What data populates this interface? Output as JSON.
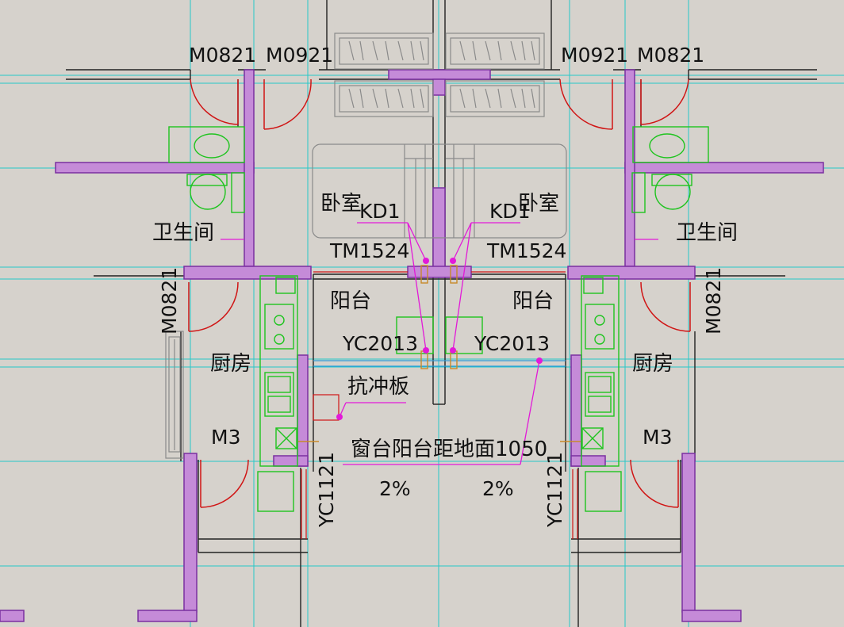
{
  "labels": {
    "door_m0821_left": "M0821",
    "door_m0921_left": "M0921",
    "door_m0921_right": "M0921",
    "door_m0821_right": "M0821",
    "bedroom_left": "卧室",
    "bedroom_right": "卧室",
    "kd1_left": "KD1",
    "kd1_right": "KD1",
    "bathroom_left": "卫生间",
    "bathroom_right": "卫生间",
    "tm1524_left": "TM1524",
    "tm1524_right": "TM1524",
    "balcony_left": "阳台",
    "balcony_right": "阳台",
    "kitchen_door_left": "M0821",
    "kitchen_door_right": "M0821",
    "kitchen_left": "厨房",
    "kitchen_right": "厨房",
    "yc2013_left": "YC2013",
    "yc2013_right": "YC2013",
    "impact_board": "抗冲板",
    "m3_left": "M3",
    "m3_right": "M3",
    "sill_note": "窗台阳台距地面1050",
    "slope_left": "2%",
    "slope_right": "2%",
    "yc1121_left": "YC1121",
    "yc1121_right": "YC1121"
  },
  "colors": {
    "background": "#d6d2cc",
    "wall_fill": "#c58bd8",
    "axis_lines": "#27c8c8",
    "door_swing": "#d01515",
    "fixtures": "#1fc41f",
    "leader_lines": "#e21ad8"
  }
}
